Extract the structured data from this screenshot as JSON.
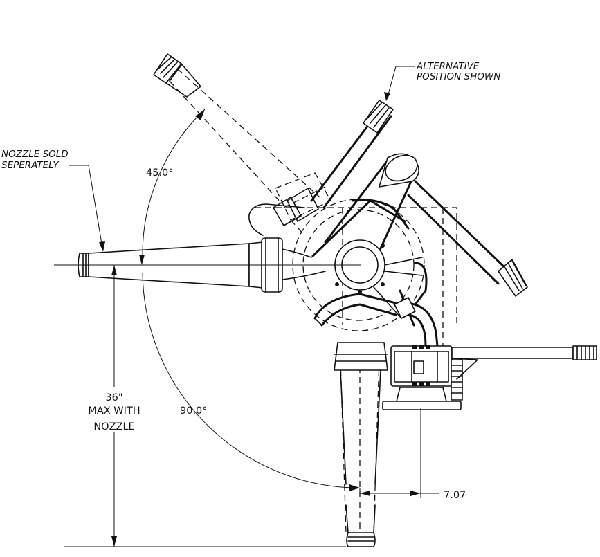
{
  "annotations": {
    "alt_position_line1": "ALTERNATIVE",
    "alt_position_line2": "POSITION SHOWN",
    "nozzle_note_line1": "NOZZLE SOLD",
    "nozzle_note_line2": "SEPERATELY"
  },
  "dimensions": {
    "angle_upper": "45.0°",
    "angle_full": "90.0°",
    "height_line1": "36\"",
    "height_line2": "MAX WITH",
    "height_line3": "NOZZLE",
    "offset": "7.07"
  },
  "colors": {
    "ink": "#111111",
    "paper": "#ffffff"
  }
}
